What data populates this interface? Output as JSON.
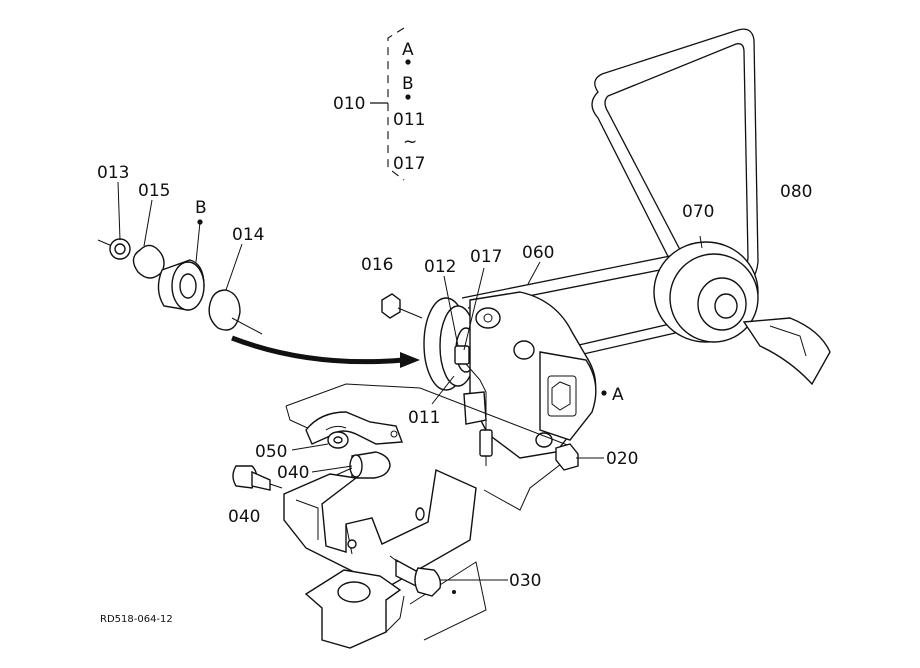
{
  "diagram": {
    "reference_code": "RD518-064-12",
    "labels": {
      "p010": "010",
      "p011_group": "011",
      "p017_group": "017",
      "marker_a": "A",
      "marker_b": "B",
      "range_tilde": "~",
      "p013": "013",
      "p015": "015",
      "p014": "014",
      "marker_b2": "B",
      "p016": "016",
      "p012": "012",
      "p017": "017",
      "p060": "060",
      "p070": "070",
      "p080": "080",
      "marker_a2": "A",
      "p011": "011",
      "p050": "050",
      "p040a": "040",
      "p040b": "040",
      "p020": "020",
      "p030": "030"
    }
  }
}
